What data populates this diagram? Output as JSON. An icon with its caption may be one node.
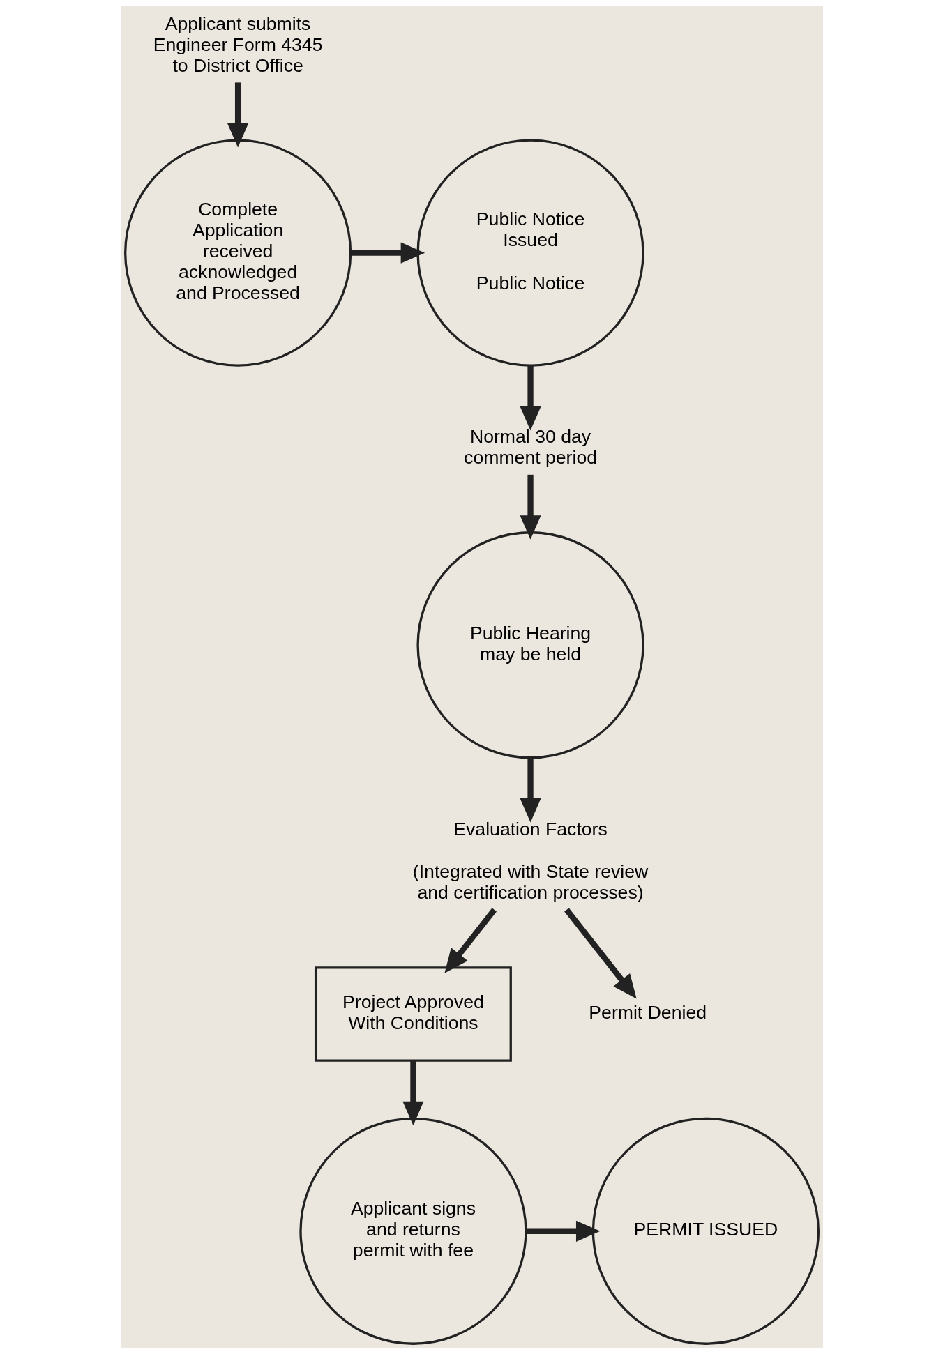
{
  "diagram": {
    "nodes": [
      {
        "text": [
          "Applicant submits Engineer Form 4345 to District Office"
        ]
      },
      {
        "text": [
          "Complete Application received acknowledged and Processed"
        ]
      },
      {
        "text": [
          "Public Notice Issued",
          "Public Notice"
        ]
      },
      {
        "text": [
          "Normal 30 day comment period"
        ]
      },
      {
        "text": [
          "Public Hearing may be held"
        ]
      },
      {
        "text": [
          "Evaluation Factors"
        ],
        "beside": [
          "(Integrated with State review and certification processes)"
        ]
      },
      {
        "text": [
          "Project Approved With Conditions"
        ]
      },
      {
        "text": [
          "Permit Denied"
        ]
      },
      {
        "text": [
          "Applicant signs and returns permit with fee"
        ]
      },
      {
        "text": [
          "PERMIT ISSUED"
        ]
      }
    ],
    "edges": [
      {
        "from": 0,
        "to": 1,
        "arrow": "to"
      },
      {
        "from": 1,
        "to": 2,
        "arrow": "to"
      },
      {
        "from": 2,
        "to": 3,
        "arrow": "to"
      },
      {
        "from": 3,
        "to": 4,
        "arrow": "to"
      },
      {
        "from": 4,
        "to": 5,
        "arrow": "to"
      },
      {
        "from": 5,
        "to": 6,
        "arrow": "to"
      },
      {
        "from": 5,
        "to": 7,
        "arrow": "to"
      },
      {
        "from": 6,
        "to": 8,
        "arrow": "to"
      },
      {
        "from": 8,
        "to": 9,
        "arrow": "to"
      }
    ]
  }
}
